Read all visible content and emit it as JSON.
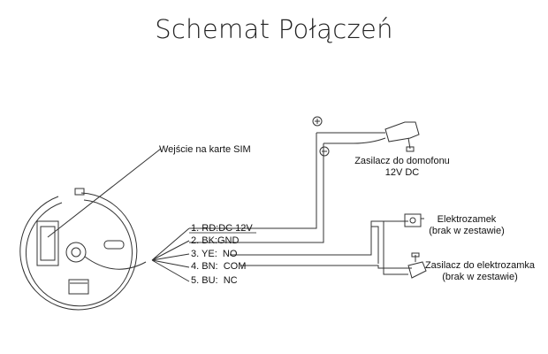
{
  "title": "Schemat Połączeń",
  "sim_label": "Wejście na karte SIM",
  "wires": [
    {
      "num": "1.",
      "name": "RD:DC 12V"
    },
    {
      "num": "2.",
      "name": "BK:GND"
    },
    {
      "num": "3.",
      "name": "YE:  NO"
    },
    {
      "num": "4.",
      "name": "BN:  COM"
    },
    {
      "num": "5.",
      "name": "BU:  NC"
    }
  ],
  "intercom_psu": {
    "line1": "Zasilacz do domofonu",
    "line2": "12V DC"
  },
  "lock": {
    "line1": "Elektrozamek",
    "line2": "(brak w zestawie)"
  },
  "lock_psu": {
    "line1": "Zasilacz do elektrozamka",
    "line2": "(brak w zestawie)"
  },
  "polarity": {
    "plus": "⊕",
    "minus": "⊖"
  }
}
